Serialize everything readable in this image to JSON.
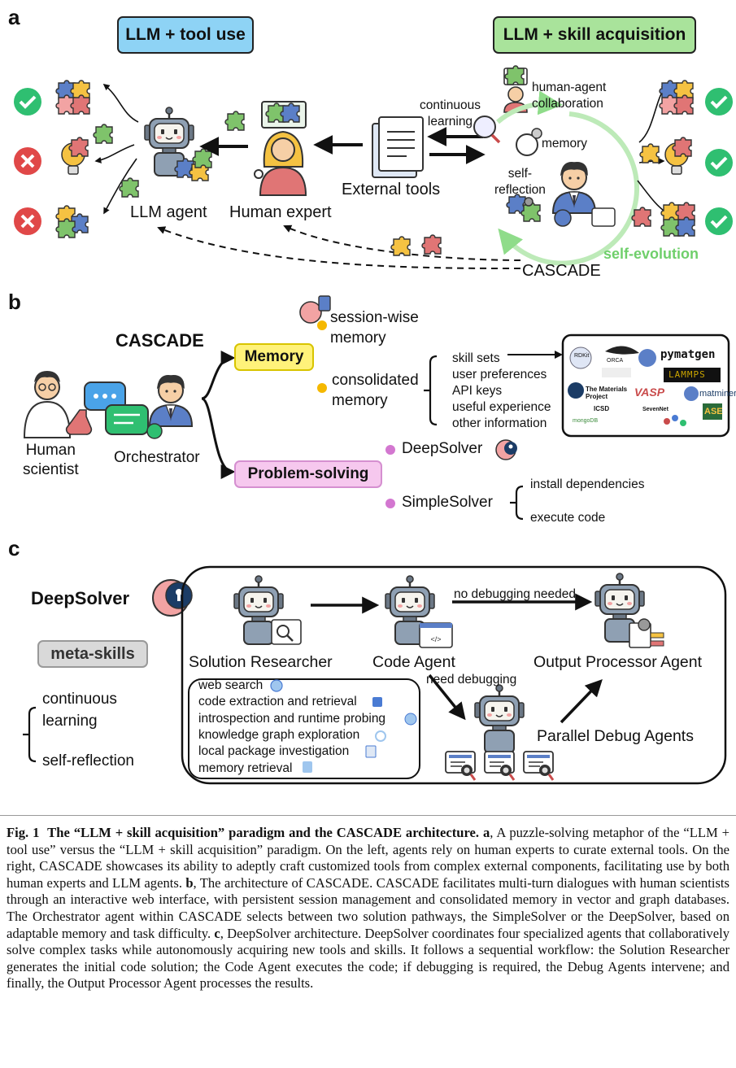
{
  "panel_a": {
    "letter": "a",
    "left_pill": "LLM + tool use",
    "right_pill": "LLM + skill acquisition",
    "llm_agent": "LLM agent",
    "human_expert": "Human expert",
    "external_tools": "External tools",
    "continuous_learning": "continuous\nlearning",
    "human_agent_collab": "human-agent\ncollaboration",
    "memory": "memory",
    "self_reflection": "self-\nreflection",
    "self_evolution": "self-evolution",
    "cascade": "CASCADE",
    "colors": {
      "left_pill_bg": "#8ed3f5",
      "right_pill_bg": "#a9e39b",
      "self_evolution": "#6fcf6b",
      "check": "#2fbf71",
      "cross": "#e04848"
    }
  },
  "panel_b": {
    "letter": "b",
    "cascade_title": "CASCADE",
    "human_scientist": "Human\nscientist",
    "orchestrator": "Orchestrator",
    "memory_pill": "Memory",
    "problem_solving_pill": "Problem-solving",
    "session_memory": "session-wise\nmemory",
    "consolidated_memory": "consolidated\nmemory",
    "memory_items": [
      "skill sets",
      "user preferences",
      "API keys",
      "useful experience",
      "other information"
    ],
    "deep_solver": "DeepSolver",
    "simple_solver": "SimpleSolver",
    "simple_items": [
      "install dependencies",
      "execute code"
    ],
    "logos": [
      "RDKit",
      "ORCA",
      "pymatgen",
      "LAMMPS",
      "The Materials Project",
      "VASP",
      "matminer",
      "ICSD",
      "SevenNet",
      "mongoDB",
      "ASE"
    ],
    "colors": {
      "memory_bg": "#fff27a",
      "memory_border": "#d8c400",
      "problem_bg": "#f6c8ee",
      "problem_border": "#d58fd0",
      "dot_yellow": "#f5b800",
      "dot_pink": "#d377d0"
    }
  },
  "panel_c": {
    "letter": "c",
    "deep_solver_title": "DeepSolver",
    "meta_skills": "meta-skills",
    "meta_items": [
      "continuous\nlearning",
      "self-reflection"
    ],
    "solution_researcher": "Solution Researcher",
    "code_agent": "Code Agent",
    "output_processor": "Output Processor Agent",
    "parallel_debug": "Parallel Debug Agents",
    "no_debug": "no debugging needed",
    "need_debug": "need debugging",
    "researcher_tools": [
      "web search",
      "code extraction and retrieval",
      "introspection and runtime probing",
      "knowledge graph exploration",
      "local package investigation",
      "memory retrieval"
    ]
  },
  "caption": {
    "fig_label": "Fig. 1",
    "title": "The “LLM + skill acquisition” paradigm and the CASCADE architecture.",
    "a_label": "a",
    "a_text": ", A puzzle-solving metaphor of the “LLM + tool use” versus the “LLM + skill acquisition” paradigm. On the left, agents rely on human experts to curate external tools. On the right, CASCADE showcases its ability to adeptly craft customized tools from complex external components, facilitating use by both human experts and LLM agents.",
    "b_label": "b",
    "b_text": ", The architecture of CASCADE. CASCADE facilitates multi-turn dialogues with human scientists through an interactive web interface, with persistent session management and consolidated memory in vector and graph databases. The Orchestrator agent within CASCADE selects between two solution pathways, the SimpleSolver or the DeepSolver, based on adaptable memory and task difficulty.",
    "c_label": "c",
    "c_text": ", DeepSolver architecture. DeepSolver coordinates four specialized agents that collaboratively solve complex tasks while autonomously acquiring new tools and skills. It follows a sequential workflow: the Solution Researcher generates the initial code solution; the Code Agent executes the code; if debugging is required, the Debug Agents intervene; and finally, the Output Processor Agent processes the results."
  }
}
